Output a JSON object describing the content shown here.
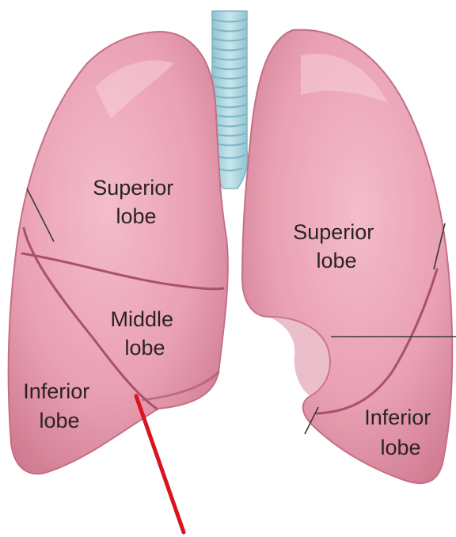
{
  "labels": {
    "right_superior": [
      "Superior",
      "lobe"
    ],
    "right_middle": [
      "Middle",
      "lobe"
    ],
    "right_inferior": [
      "Inferior",
      "lobe"
    ],
    "left_superior": [
      "Superior",
      "lobe"
    ],
    "left_inferior": [
      "Inferior",
      "lobe"
    ]
  },
  "colors": {
    "lung_fill": "#e9a3b4",
    "lung_shadow": "#d27f95",
    "lung_highlight": "#f6c7d1",
    "trachea": "#a9d3dd",
    "trachea_ring": "#7fb4c3",
    "pointer": "#d9141e"
  }
}
